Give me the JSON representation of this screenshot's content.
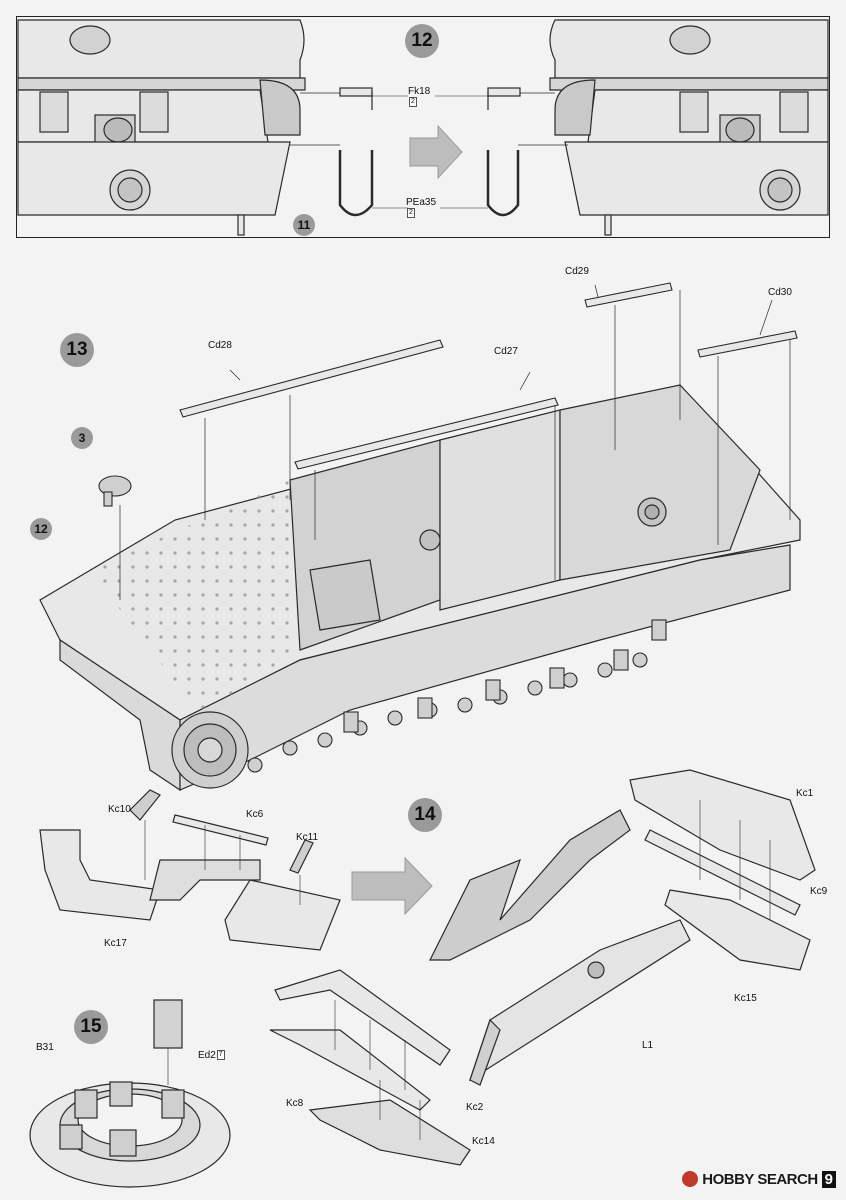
{
  "steps": {
    "s12": "12",
    "s13": "13",
    "s14": "14",
    "s15": "15"
  },
  "callouts": {
    "c11": "11",
    "c3": "3",
    "c12": "12"
  },
  "parts": {
    "fk18": {
      "label": "Fk18",
      "qty": "2"
    },
    "pea35": {
      "label": "PEa35",
      "qty": "2"
    },
    "cd28": "Cd28",
    "cd27": "Cd27",
    "cd29": "Cd29",
    "cd30": "Cd30",
    "kc10": "Kc10",
    "kc6": "Kc6",
    "kc11": "Kc11",
    "kc17": "Kc17",
    "kc1": "Kc1",
    "kc9": "Kc9",
    "kc15": "Kc15",
    "l1": "L1",
    "kc8": "Kc8",
    "kc2": "Kc2",
    "kc14": "Kc14",
    "b31": "B31",
    "ed2": {
      "label": "Ed2",
      "qty": "7"
    }
  },
  "watermark": {
    "text": "HOBBY SEARCH",
    "badge": "9"
  },
  "colors": {
    "line": "#2a2a2a",
    "part_fill": "#e8e8e8",
    "shade": "#c8c8c8",
    "step_badge": "#9a9a9a",
    "arrow_fill": "#bdbdbd"
  }
}
